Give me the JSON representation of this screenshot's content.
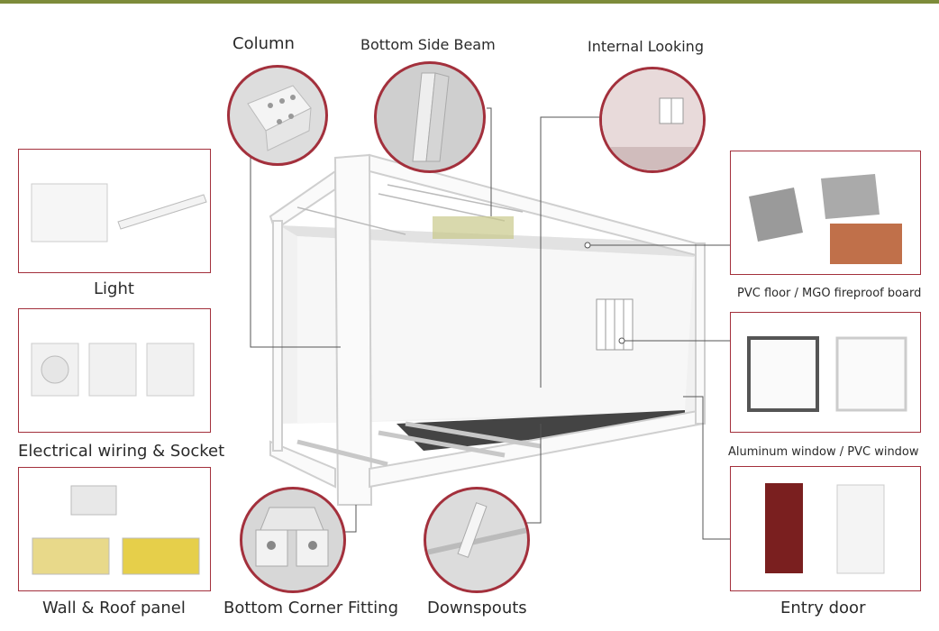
{
  "components": {
    "column": "Column",
    "bottom_side_beam": "Bottom Side Beam",
    "internal_looking": "Internal Looking",
    "light": "Light",
    "electrical": "Electrical wiring & Socket",
    "wall_roof": "Wall & Roof panel",
    "bottom_corner": "Bottom Corner Fitting",
    "downspouts": "Downspouts",
    "floor_board": "PVC floor / MGO fireproof board",
    "window": "Aluminum window / PVC window",
    "entry_door": "Entry door"
  },
  "colors": {
    "accent": "#a3303c",
    "topbar": "#7d8b3a"
  }
}
